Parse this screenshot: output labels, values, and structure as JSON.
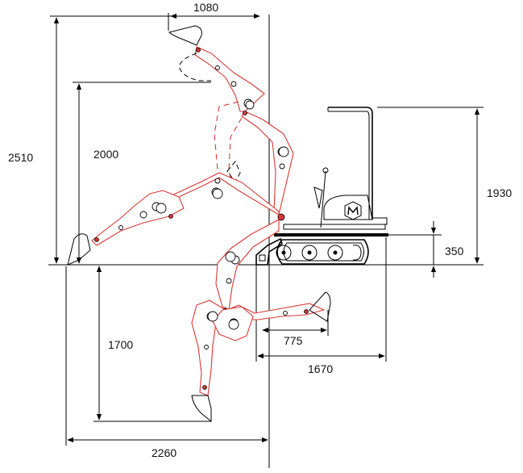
{
  "dimensions": {
    "max_reach_offset": "1080",
    "max_dig_height": "2510",
    "max_dump_height": "2000",
    "overall_height": "1930",
    "blade_lift": "350",
    "max_dig_depth": "1700",
    "swing_offset_right": "775",
    "tail_offset": "1670",
    "max_reach_ground": "2260"
  },
  "colors": {
    "boom_outline": "#d6383a",
    "dimension_lines": "#000000",
    "background": "#ffffff"
  },
  "icons": {
    "brand_logo": "mini-excavator-logo-icon"
  }
}
